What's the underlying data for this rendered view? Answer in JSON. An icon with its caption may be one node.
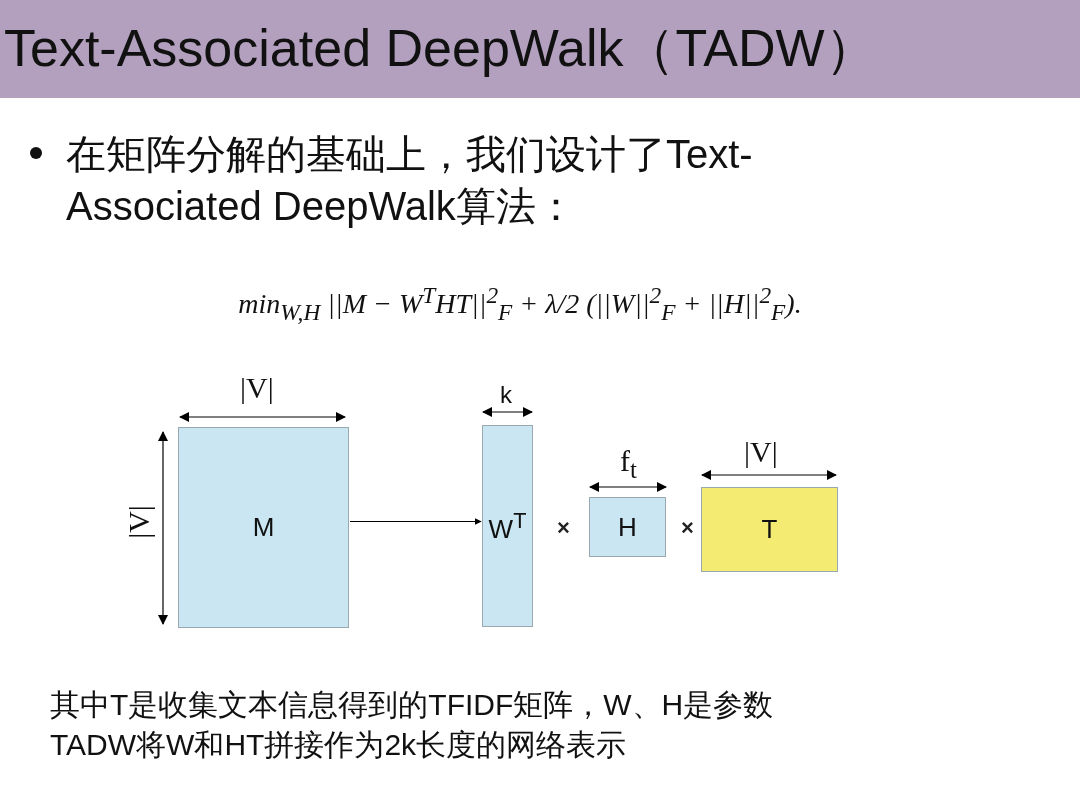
{
  "diagram": {
    "title": "Text-Associated DeepWalk（TADW）",
    "nodes": [
      {
        "text": [
          "M"
        ]
      },
      {
        "text": [
          "W$^{T}$"
        ]
      },
      {
        "text": [
          "H"
        ]
      },
      {
        "text": [
          "T"
        ]
      }
    ],
    "edges": [
      {
        "from": 0,
        "to": 1,
        "arrow": "to"
      }
    ],
    "labels": [
      "在矩阵分解的基础上，我们设计了Text-Associated DeepWalk算法：",
      "min$_{W,H}$ ||M − W$^{T}$HT||$^{2}$$_{F}$ + λ/2 (||W||$^{2}$$_{F}$ + ||H||$^{2}$$_{F}$).",
      "|V|",
      "k",
      "f$_{t}$",
      "|V|",
      "|V|",
      "×",
      "×",
      "其中T是收集文本信息得到的TFIDF矩阵，W、H是参数",
      "TADW将W和HT拼接作为2k长度的网络表示"
    ]
  }
}
